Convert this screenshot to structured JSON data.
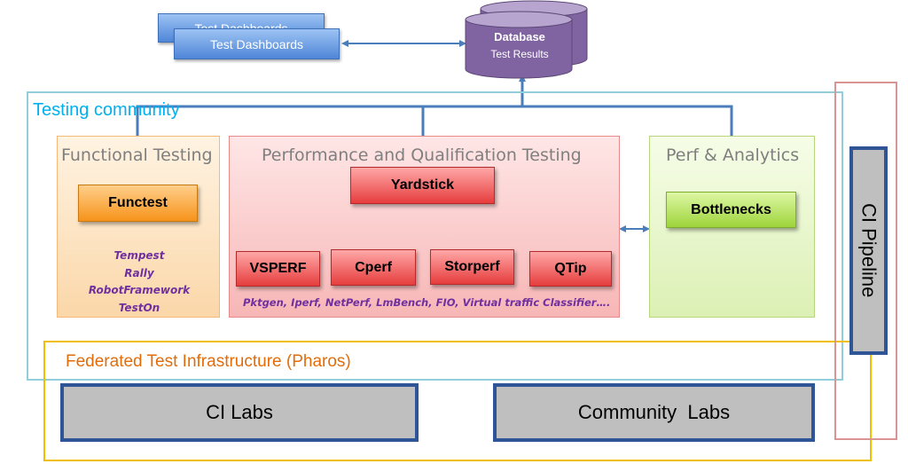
{
  "dashboards": {
    "back_label": "Test Dashboards",
    "front_label": "Test Dashboards"
  },
  "database": {
    "title": "Database",
    "subtitle": "Test Results"
  },
  "testing_community": {
    "label": "Testing community"
  },
  "functional": {
    "title": "Functional Testing",
    "button": "Functest",
    "tools": [
      "Tempest",
      "Rally",
      "RobotFramework",
      "TestOn"
    ]
  },
  "performance": {
    "title": "Performance and Qualification Testing",
    "yardstick": "Yardstick",
    "tools": [
      "VSPERF",
      "Cperf",
      "Storperf",
      "QTip"
    ],
    "tools_note": "Pktgen, Iperf, NetPerf, LmBench, FIO, Virtual traffic Classifier…."
  },
  "analytics": {
    "title": "Perf & Analytics",
    "button": "Bottlenecks"
  },
  "ci_pipeline": {
    "label": "CI Pipeline"
  },
  "federated": {
    "label": "Federated Test Infrastructure (Pharos)"
  },
  "labs": {
    "ci": "CI Labs",
    "community": "Community  Labs"
  },
  "colors": {
    "community_border": "#92cddc",
    "federated_border": "#f0c000",
    "pipeline_border": "#d99594",
    "connector": "#4a7ebb",
    "purple": "#8064a2",
    "label_blue": "#00b0f0",
    "label_orange": "#e36c09"
  }
}
